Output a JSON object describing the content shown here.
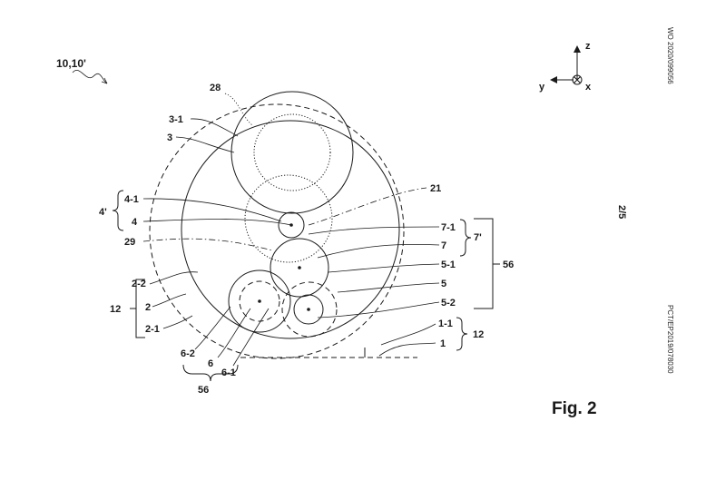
{
  "labels": {
    "l_1010": "10,10'",
    "l_28": "28",
    "l_31": "3-1",
    "l_3": "3",
    "l_41": "4-1",
    "l_4p": "4'",
    "l_4": "4",
    "l_29": "29",
    "l_21": "21",
    "l_71": "7-1",
    "l_7": "7",
    "l_7p": "7'",
    "l_51": "5-1",
    "l_56r": "56",
    "l_5": "5",
    "l_52": "5-2",
    "l_22": "2-2",
    "l_12l": "12",
    "l_2": "2",
    "l_21b": "2-1",
    "l_11": "1-1",
    "l_1": "1",
    "l_12r": "12",
    "l_62": "6-2",
    "l_6": "6",
    "l_61": "6-1",
    "l_56b": "56"
  },
  "axes": {
    "z": "z",
    "y": "y",
    "x": "x"
  },
  "side_text": {
    "top": "WO 2020/099056",
    "page": "2/5",
    "bottom": "PCT/EP2019/078030"
  },
  "figure_label": "Fig. 2"
}
